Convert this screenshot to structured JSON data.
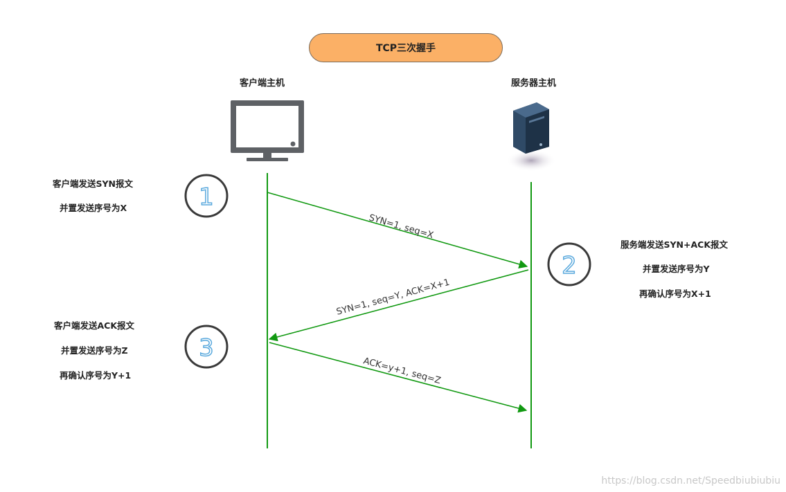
{
  "title": "TCP三次握手",
  "hosts": {
    "client": "客户端主机",
    "server": "服务器主机"
  },
  "messages": [
    {
      "label": "SYN=1, seq=X"
    },
    {
      "label": "SYN=1, seq=Y, ACK=X+1"
    },
    {
      "label": "ACK=y+1, seq=Z"
    }
  ],
  "steps": [
    "1",
    "2",
    "3"
  ],
  "notes": {
    "step1": [
      "客户端发送SYN报文",
      "并置发送序号为X"
    ],
    "step2": [
      "服务端发送SYN+ACK报文",
      "并置发送序号为Y",
      "再确认序号为X+1"
    ],
    "step3": [
      "客户端发送ACK报文",
      "并置发送序号为Z",
      "再确认序号为Y+1"
    ]
  },
  "watermark": "https://blog.csdn.net/Speedbiubiubiu",
  "colors": {
    "arrow": "#119911",
    "title_fill": "#fbb066",
    "monitor": "#5e6165",
    "server_body": "#2f4a66"
  }
}
